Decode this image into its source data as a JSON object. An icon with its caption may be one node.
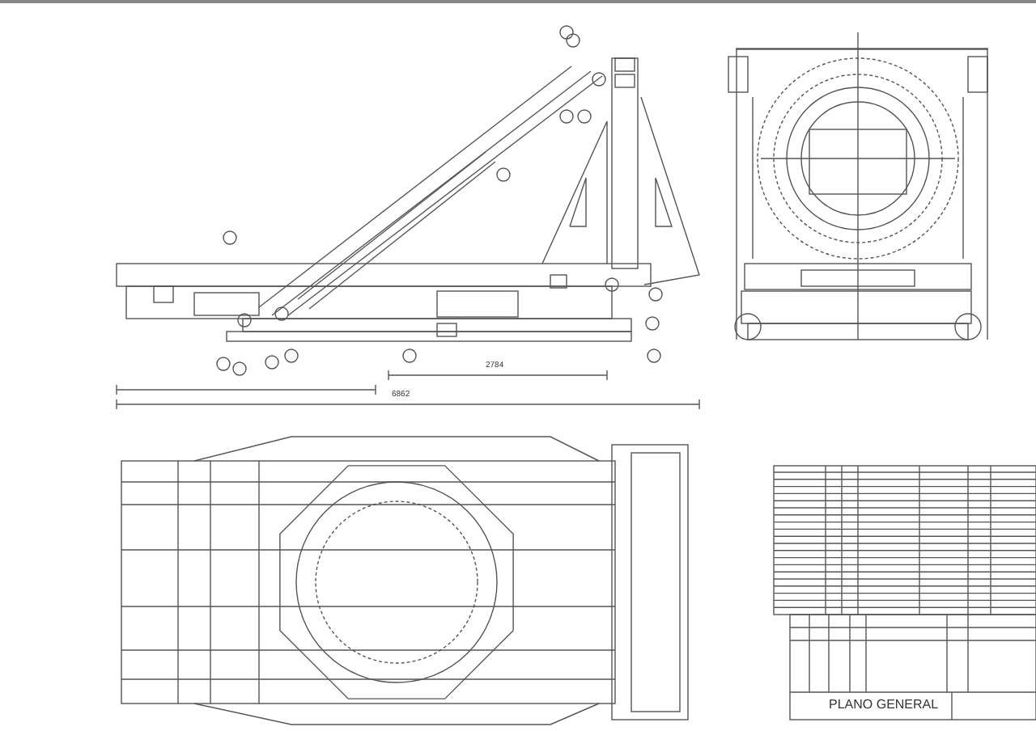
{
  "diagram": {
    "labels": [
      "6862",
      "2784",
      "PLANO GENERAL"
    ]
  }
}
